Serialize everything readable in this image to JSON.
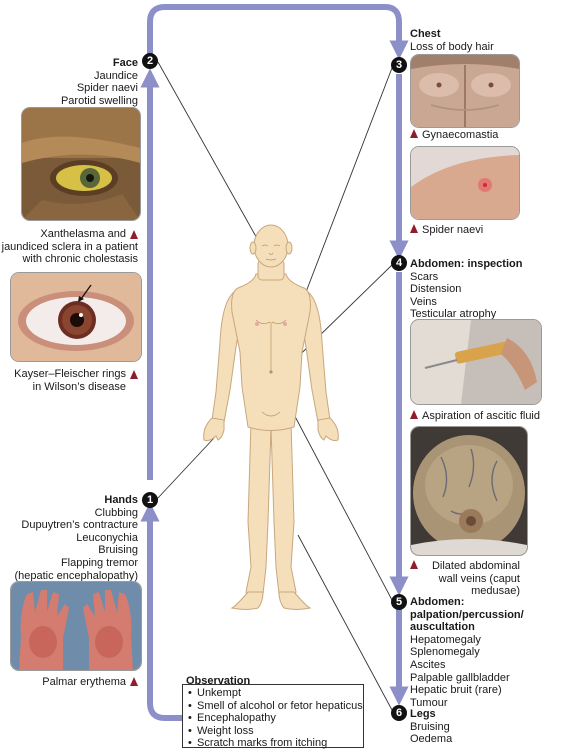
{
  "face": {
    "number": "2",
    "title": "Face",
    "items": [
      "Jaundice",
      "Spider naevi",
      "Parotid swelling"
    ],
    "photo1_caption": [
      "Xanthelasma and",
      "jaundiced sclera in a patient",
      "with chronic cholestasis"
    ],
    "photo2_caption": [
      "Kayser–Fleischer rings",
      "in Wilson’s disease"
    ]
  },
  "hands": {
    "number": "1",
    "title": "Hands",
    "items": [
      "Clubbing",
      "Dupuytren’s contracture",
      "Leuconychia",
      "Bruising",
      "Flapping tremor",
      "(hepatic encephalopathy)"
    ],
    "photo_caption": "Palmar erythema"
  },
  "observation": {
    "title": "Observation",
    "items": [
      "Unkempt",
      "Smell of alcohol or fetor hepaticus",
      "Encephalopathy",
      "Weight loss",
      "Scratch marks from itching"
    ]
  },
  "chest": {
    "number": "3",
    "title": "Chest",
    "items": [
      "Loss of body hair"
    ],
    "photo1_caption": "Gynaecomastia",
    "photo2_caption": "Spider naevi"
  },
  "abdomen_inspection": {
    "number": "4",
    "title": "Abdomen: inspection",
    "items": [
      "Scars",
      "Distension",
      "Veins",
      "Testicular atrophy"
    ],
    "photo1_caption": "Aspiration of ascitic fluid",
    "photo2_caption": [
      "Dilated abdominal",
      "wall veins (caput medusae)"
    ]
  },
  "abdomen_palpation": {
    "number": "5",
    "title": [
      "Abdomen: palpation/percussion/",
      "auscultation"
    ],
    "items": [
      "Hepatomegaly",
      "Splenomegaly",
      "Ascites",
      "Palpable gallbladder",
      "Hepatic bruit (rare)",
      "Tumour"
    ]
  },
  "legs": {
    "number": "6",
    "title": "Legs",
    "items": [
      "Bruising",
      "Oedema"
    ]
  },
  "colors": {
    "flow_arrow": "#8d8fc9",
    "marker": "#8e1e2c",
    "skin": "#f5dfba",
    "skin_outline": "#c8a77d"
  }
}
